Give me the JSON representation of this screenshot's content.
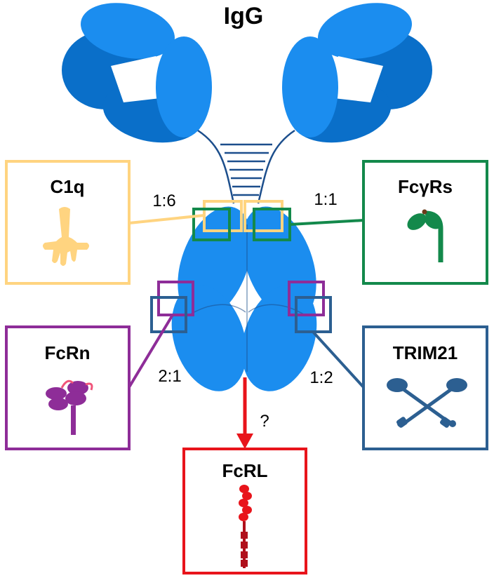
{
  "title": "IgG",
  "receptors": [
    {
      "id": "c1q",
      "label": "C1q",
      "ratio": "1:6",
      "color": "#FFD480"
    },
    {
      "id": "fcgr",
      "label": "FcγRs",
      "ratio": "1:1",
      "color": "#13894B"
    },
    {
      "id": "fcrn",
      "label": "FcRn",
      "ratio": "2:1",
      "color": "#8E2D98"
    },
    {
      "id": "trim21",
      "label": "TRIM21",
      "ratio": "1:2",
      "color": "#2C5F91"
    },
    {
      "id": "fcrl",
      "label": "FcRL",
      "ratio": "?",
      "color": "#E8141B"
    }
  ],
  "colors": {
    "antibody_light": "#1B8DEF",
    "antibody_dark": "#0A6FC9",
    "antibody_stroke": "#1C4E8C",
    "fcrl_dark": "#B0101C",
    "fcrn_link": "#F0547A"
  }
}
